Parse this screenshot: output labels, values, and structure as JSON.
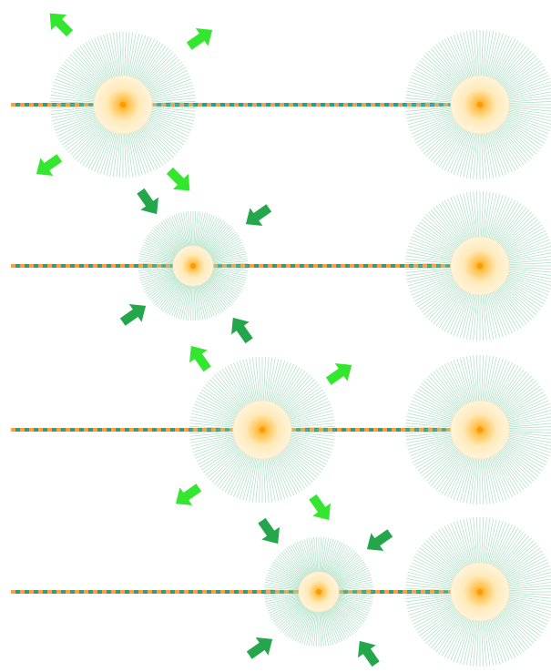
{
  "colors": {
    "background": "#ffffff",
    "rope_teal": "#2a9d8f",
    "rope_orange": "#f4a340",
    "halo_rays": "#8fd3b0",
    "core_glow": "#ffe3a3",
    "core_center": "#ff9b00",
    "arrow_bright": "#33e62e",
    "arrow_dark": "#24a64a"
  },
  "panels": [
    {
      "id": "panel-1",
      "phase": "expanding",
      "left_body_size": "large",
      "arrows": "outward"
    },
    {
      "id": "panel-2",
      "phase": "contracting",
      "left_body_size": "small",
      "arrows": "inward"
    },
    {
      "id": "panel-3",
      "phase": "expanding",
      "left_body_size": "large",
      "arrows": "outward"
    },
    {
      "id": "panel-4",
      "phase": "contracting",
      "left_body_size": "small",
      "arrows": "inward"
    }
  ],
  "icons": {
    "arrow": "arrow-icon",
    "body": "star-body-icon",
    "rope": "twisted-rope-icon"
  }
}
